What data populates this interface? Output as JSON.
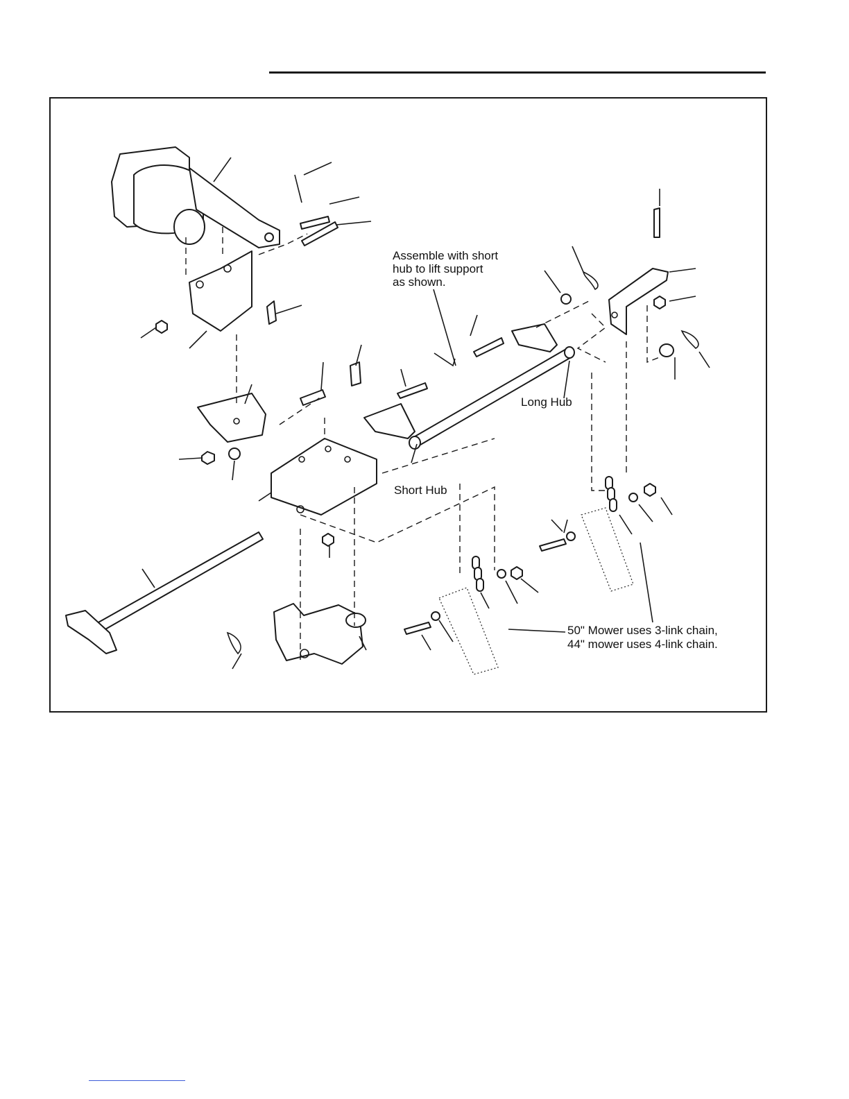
{
  "figure": {
    "labels": {
      "assemble_note_line1": "Assemble with short",
      "assemble_note_line2": "hub to lift support",
      "assemble_note_line3": "as shown.",
      "long_hub": "Long Hub",
      "short_hub": "Short Hub",
      "chain_note_line1": "50\" Mower uses 3-link chain,",
      "chain_note_line2": "44\" mower uses 4-link chain."
    }
  }
}
